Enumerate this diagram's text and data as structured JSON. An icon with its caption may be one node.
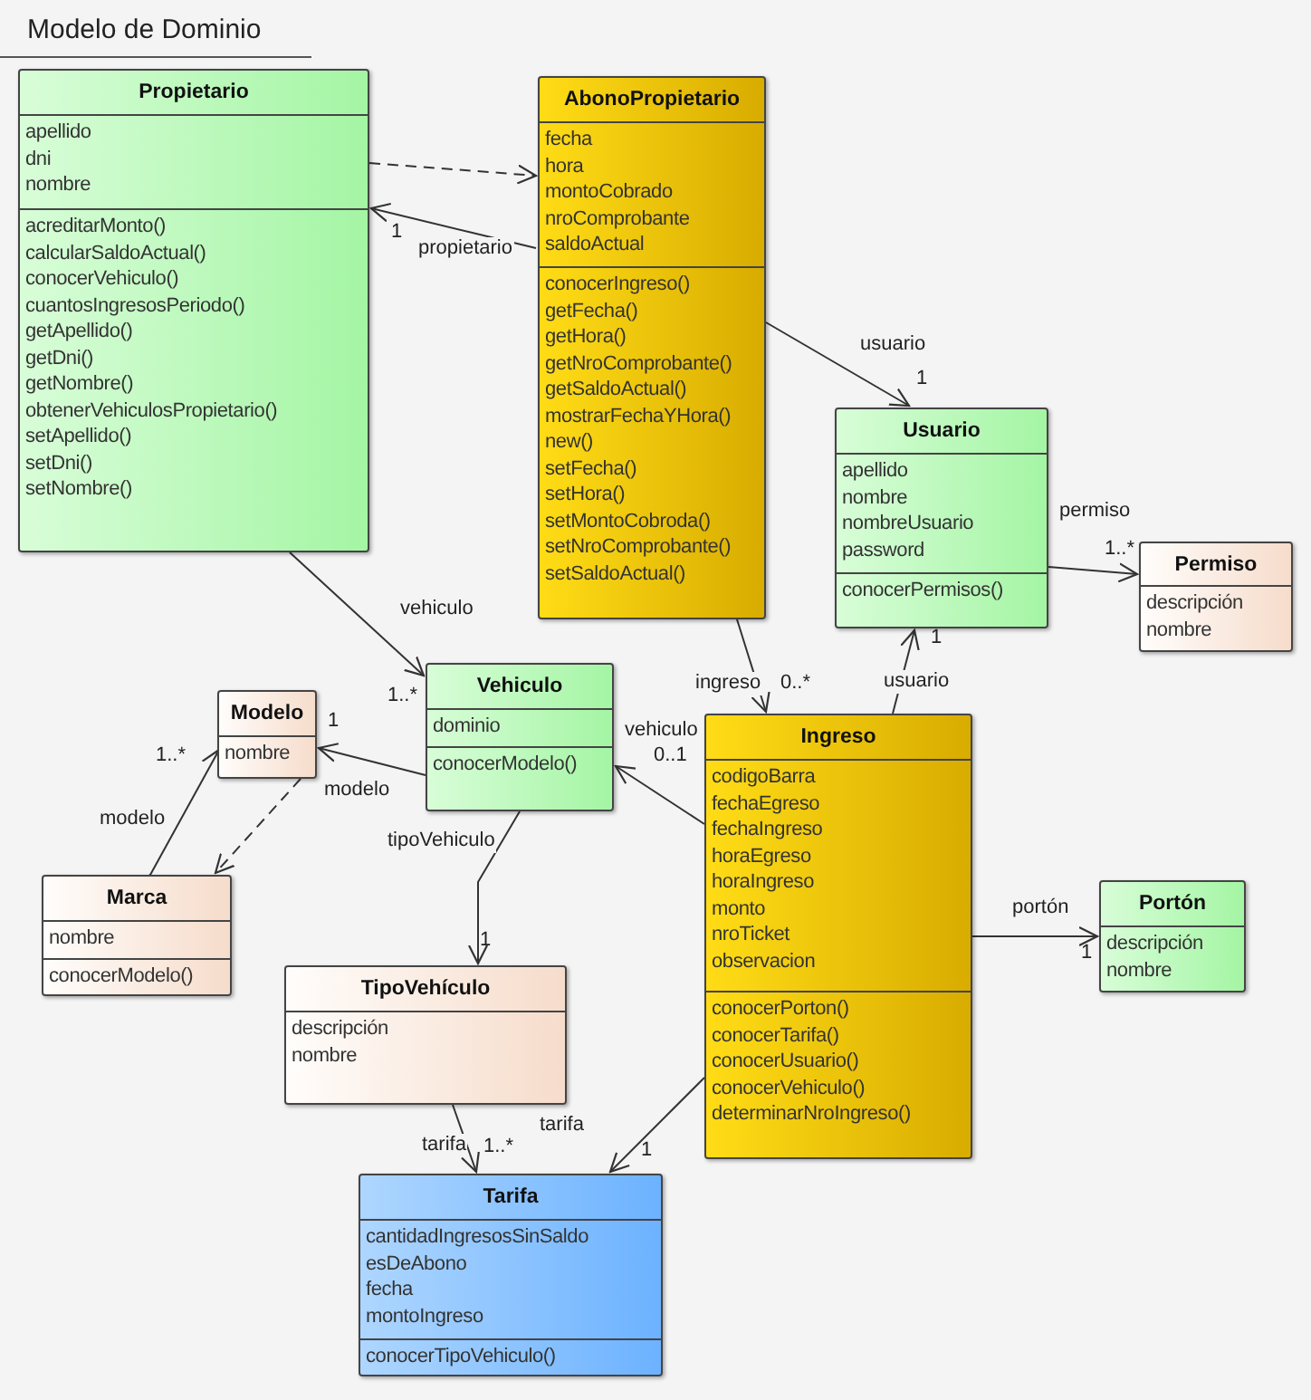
{
  "diagram": {
    "title": "Modelo de Dominio",
    "nodes": [
      {
        "text": [
          "Propietario"
        ]
      },
      {
        "text": [
          "apellido",
          "dni",
          "nombre"
        ],
        "in": 0
      },
      {
        "text": [
          "acreditarMonto()",
          "calcularSaldoActual()",
          "conocerVehiculo()",
          "cuantosIngresosPeriodo()",
          "getApellido()",
          "getDni()",
          "getNombre()",
          "obtenerVehiculosPropietario()",
          "setApellido()",
          "setDni()",
          "setNombre()"
        ],
        "in": 0
      },
      {
        "text": [
          "AbonoPropietario"
        ]
      },
      {
        "text": [
          "fecha",
          "hora",
          "montoCobrado",
          "nroComprobante",
          "saldoActual"
        ],
        "in": 3
      },
      {
        "text": [
          "conocerIngreso()",
          "getFecha()",
          "getHora()",
          "getNroComprobante()",
          "getSaldoActual()",
          "mostrarFechaYHora()",
          "new()",
          "setFecha()",
          "setHora()",
          "setMontoCobroda()",
          "setNroComprobante()",
          "setSaldoActual()"
        ],
        "in": 3
      },
      {
        "text": [
          "Usuario"
        ]
      },
      {
        "text": [
          "apellido",
          "nombre",
          "nombreUsuario",
          "password"
        ],
        "in": 6
      },
      {
        "text": [
          "conocerPermisos()"
        ],
        "in": 6
      },
      {
        "text": [
          "Permiso"
        ]
      },
      {
        "text": [
          "descripción",
          "nombre"
        ],
        "in": 9
      },
      {
        "text": [
          "Modelo"
        ]
      },
      {
        "text": [
          "nombre"
        ],
        "in": 11
      },
      {
        "text": [
          "Vehiculo"
        ]
      },
      {
        "text": [
          "dominio"
        ],
        "in": 13
      },
      {
        "text": [
          "conocerModelo()"
        ],
        "in": 13
      },
      {
        "text": [
          "Ingreso"
        ]
      },
      {
        "text": [
          "codigoBarra",
          "fechaEgreso",
          "fechaIngreso",
          "horaEgreso",
          "horaIngreso",
          "monto",
          "nroTicket",
          "observacion"
        ],
        "in": 16
      },
      {
        "text": [
          "conocerPorton()",
          "conocerTarifa()",
          "conocerUsuario()",
          "conocerVehiculo()",
          "determinarNroIngreso()"
        ],
        "in": 16
      },
      {
        "text": [
          "Marca"
        ]
      },
      {
        "text": [
          "nombre"
        ],
        "in": 19
      },
      {
        "text": [
          "conocerModelo()"
        ],
        "in": 19
      },
      {
        "text": [
          "Portón"
        ]
      },
      {
        "text": [
          "descripción",
          "nombre"
        ],
        "in": 22
      },
      {
        "text": [
          "TipoVehículo"
        ]
      },
      {
        "text": [
          "descripción",
          "nombre"
        ],
        "in": 24
      },
      {
        "text": [
          "Tarifa"
        ]
      },
      {
        "text": [
          "cantidadIngresosSinSaldo",
          "esDeAbono",
          "fecha",
          "montoIngreso"
        ],
        "in": 26
      },
      {
        "text": [
          "conocerTipoVehiculo()"
        ],
        "in": 26
      }
    ],
    "edges": [
      {
        "from": 0,
        "to": 3,
        "arrow": "to",
        "style": "dashed"
      },
      {
        "from": 3,
        "to": 0,
        "arrow": "to",
        "label": "propietario"
      },
      {
        "from": 3,
        "to": 6,
        "arrow": "to",
        "label": "usuario"
      },
      {
        "from": 6,
        "to": 9,
        "arrow": "to",
        "label": "permiso"
      },
      {
        "from": 0,
        "to": 13,
        "arrow": "to",
        "label": "vehiculo"
      },
      {
        "from": 3,
        "to": 16,
        "arrow": "to",
        "label": "ingreso"
      },
      {
        "from": 16,
        "to": 6,
        "arrow": "to",
        "label": "usuario"
      },
      {
        "from": 13,
        "to": 11,
        "arrow": "to",
        "label": "modelo"
      },
      {
        "from": 19,
        "to": 11,
        "arrow": "to",
        "label": "modelo"
      },
      {
        "from": 11,
        "to": 19,
        "arrow": "to",
        "style": "dashed"
      },
      {
        "from": 13,
        "to": 24,
        "arrow": "to",
        "label": "tipoVehiculo"
      },
      {
        "from": 16,
        "to": 13,
        "arrow": "to",
        "label": "vehiculo"
      },
      {
        "from": 16,
        "to": 22,
        "arrow": "to",
        "label": "portón"
      },
      {
        "from": 24,
        "to": 26,
        "arrow": "to",
        "label": "tarifa"
      },
      {
        "from": 16,
        "to": 26,
        "arrow": "to",
        "label": "tarifa"
      }
    ],
    "labels": [
      "1",
      "1",
      "1..*",
      "1..*",
      "0..*",
      "1",
      "1",
      "1..*",
      "1",
      "0..1",
      "1",
      "1..*",
      "1"
    ]
  }
}
